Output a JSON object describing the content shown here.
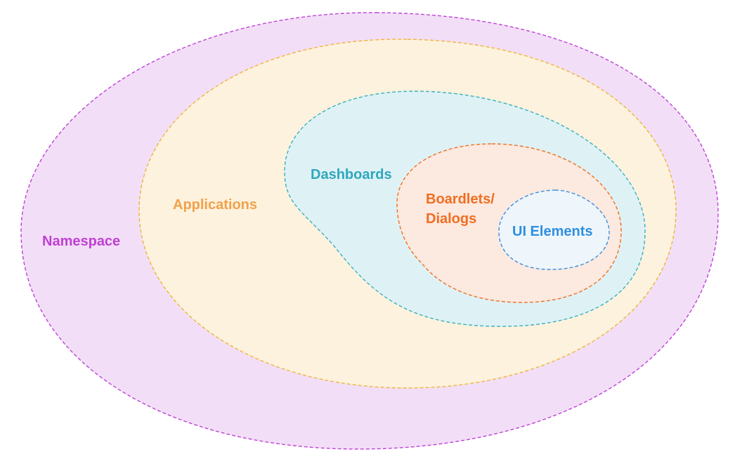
{
  "diagram": {
    "regions": [
      {
        "id": "namespace",
        "label_lines": [
          "Namespace"
        ],
        "stroke": "#c041d8",
        "fill": "#f2dff7",
        "text_color": "#c03fd4"
      },
      {
        "id": "applications",
        "label_lines": [
          "Applications"
        ],
        "stroke": "#f0b43c",
        "fill": "#fcf2de",
        "text_color": "#f2a14a"
      },
      {
        "id": "dashboards",
        "label_lines": [
          "Dashboards"
        ],
        "stroke": "#3bb0c0",
        "fill": "#def2f5",
        "text_color": "#2fa7be"
      },
      {
        "id": "boardlets-dialogs",
        "label_lines": [
          "Boardlets/",
          "Dialogs"
        ],
        "stroke": "#f07020",
        "fill": "#fce9df",
        "text_color": "#f06e22"
      },
      {
        "id": "ui-elements",
        "label_lines": [
          "UI Elements"
        ],
        "stroke": "#3a8fe0",
        "fill": "#eef6fc",
        "text_color": "#2f8fdf"
      }
    ]
  }
}
